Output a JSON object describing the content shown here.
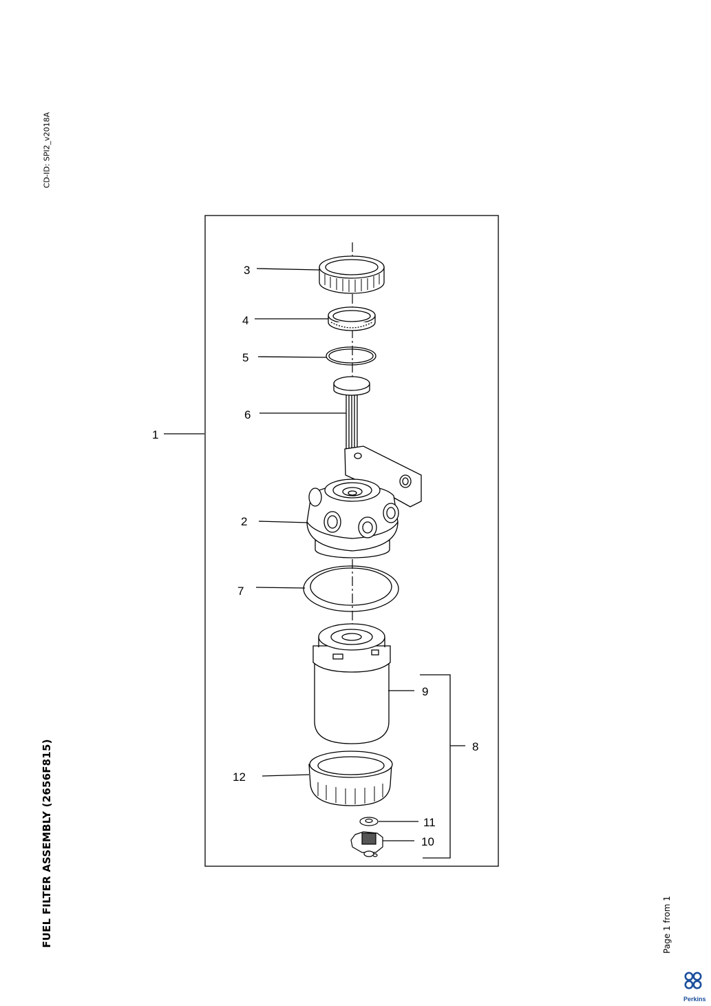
{
  "header": {
    "cd_id": "CD-ID: SPI2_v2018A"
  },
  "title": "FUEL FILTER ASSEMBLY (2656F815)",
  "footer": {
    "page": "Page 1 from 1",
    "brand": "Perkins"
  },
  "colors": {
    "ink": "#000000",
    "brand_blue": "#1b4f9c"
  },
  "callouts": [
    "1",
    "2",
    "3",
    "4",
    "5",
    "6",
    "7",
    "8",
    "9",
    "10",
    "11",
    "12"
  ]
}
